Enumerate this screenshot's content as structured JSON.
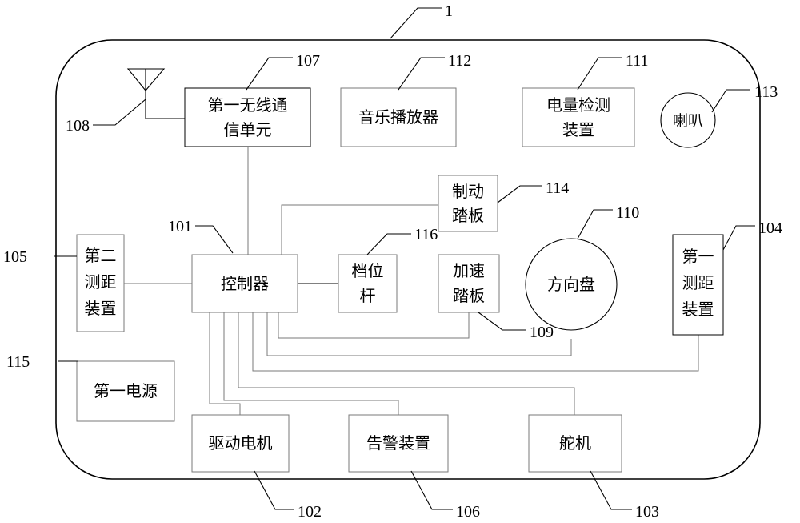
{
  "ref_numbers": {
    "device": "1",
    "controller": "101",
    "drive_motor": "102",
    "steering_gear": "103",
    "first_ranging": "104",
    "second_ranging": "105",
    "alarm": "106",
    "wireless": "107",
    "antenna": "108",
    "accel_pedal": "109",
    "steering_wheel": "110",
    "battery_detect": "111",
    "music_player": "112",
    "horn": "113",
    "brake_pedal": "114",
    "first_power": "115",
    "gear_lever": "116"
  },
  "blocks": {
    "wireless": [
      "第一无线通",
      "信单元"
    ],
    "music_player": "音乐播放器",
    "battery_detect": [
      "电量检测",
      "装置"
    ],
    "horn": "喇叭",
    "brake_pedal": [
      "制动",
      "踏板"
    ],
    "controller": "控制器",
    "gear_lever": [
      "档位",
      "杆"
    ],
    "accel_pedal": [
      "加速",
      "踏板"
    ],
    "steering_wheel": "方向盘",
    "second_ranging": [
      "第二",
      "测距",
      "装置"
    ],
    "first_ranging": [
      "第一",
      "测距",
      "装置"
    ],
    "first_power": "第一电源",
    "drive_motor": "驱动电机",
    "alarm": "告警装置",
    "steering_gear": "舵机"
  }
}
